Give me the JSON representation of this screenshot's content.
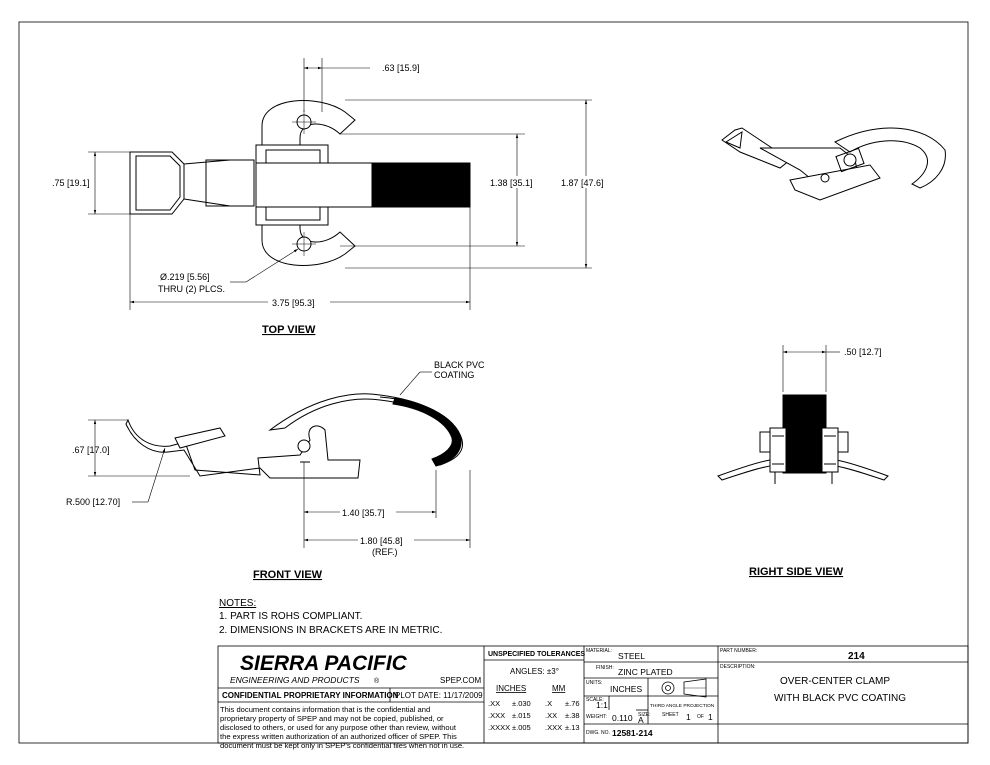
{
  "dims": {
    "top_063": ".63",
    "top_063_mm": "15.9",
    "top_075": ".75",
    "top_075_mm": "19.1",
    "top_138": "1.38",
    "top_138_mm": "35.1",
    "top_187": "1.87",
    "top_187_mm": "47.6",
    "hole_dia": ".219",
    "hole_dia_mm": "5.56",
    "hole_thru": "THRU (2) PLCS.",
    "top_375": "3.75",
    "top_375_mm": "95.3",
    "front_067": ".67",
    "front_067_mm": "17.0",
    "front_r500": "R.500",
    "front_r500_mm": "12.70",
    "front_140": "1.40",
    "front_140_mm": "35.7",
    "front_180": "1.80",
    "front_180_mm": "45.8",
    "front_ref": "(REF.)",
    "side_050": ".50",
    "side_050_mm": "12.7",
    "pvc_line1": "BLACK PVC",
    "pvc_line2": "COATING"
  },
  "views": {
    "top": "TOP VIEW",
    "front": "FRONT VIEW",
    "right": "RIGHT SIDE VIEW"
  },
  "notes": {
    "heading": "NOTES:",
    "n1": "1.   PART IS ROHS COMPLIANT.",
    "n2": "2.   DIMENSIONS IN BRACKETS ARE IN METRIC."
  },
  "title_block": {
    "company": "SIERRA PACIFIC",
    "company_sub": "ENGINEERING AND PRODUCTS",
    "reg": "®",
    "website": "SPEP.COM",
    "confidential": "CONFIDENTIAL PROPRIETARY INFORMATION",
    "plot_date": "PLOT DATE: 11/17/2009",
    "disclaimer": [
      "This document contains information that is the confidential and",
      "proprietary property of SPEP and may not be copied, published, or",
      "disclosed to others, or used for any purpose  other than review, without",
      "the express written authorization of an authorized officer of SPEP. This",
      "document must be kept only in SPEP's confidential files when not in use."
    ],
    "tol_heading": "UNSPECIFIED TOLERANCES",
    "angles": "ANGLES: ±3°",
    "inches_h": "INCHES",
    "mm_h": "MM",
    "tol_rows": [
      {
        "a": ".XX",
        "b": "±.030",
        "c": ".X",
        "d": "±.76"
      },
      {
        "a": ".XXX",
        "b": "±.015",
        "c": ".XX",
        "d": "±.38"
      },
      {
        "a": ".XXXX",
        "b": "±.005",
        "c": ".XXX",
        "d": "±.13"
      }
    ],
    "material_l": "MATERIAL:",
    "material": "STEEL",
    "finish_l": "FINISH:",
    "finish": "ZINC PLATED",
    "units_l": "UNITS:",
    "units": "INCHES",
    "scale_l": "SCALE:",
    "scale": "1:1",
    "projection": "THIRD ANGLE PROJECTION",
    "weight_l": "WEIGHT:",
    "weight": "0.110",
    "size_l": "SIZE:",
    "size": "A",
    "sheet_l": "SHEET",
    "sheet": "1",
    "of_l": "OF",
    "of": "1",
    "dwg_l": "DWG. NO.",
    "dwg": "12581-214",
    "part_l": "PART NUMBER:",
    "part": "214",
    "desc_l": "DESCRIPTION:",
    "desc1": "OVER-CENTER CLAMP",
    "desc2": "WITH BLACK PVC COATING"
  }
}
